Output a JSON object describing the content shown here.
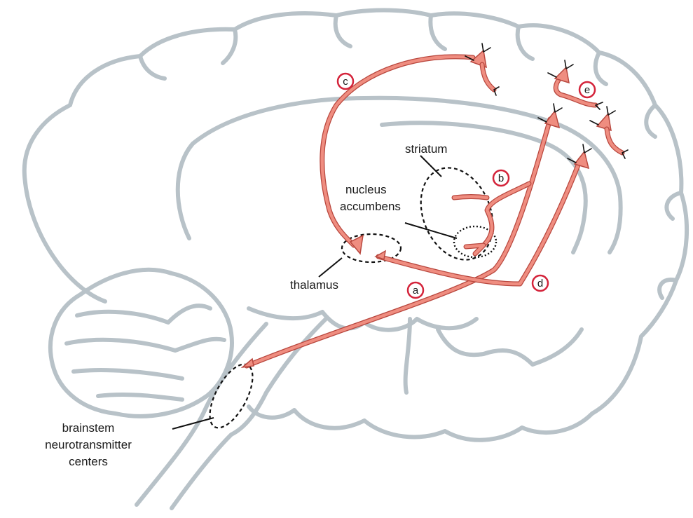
{
  "colors": {
    "brain_outline": "#b8c2c8",
    "pathway": "#ef8d80",
    "pathway_edge": "#b8473e",
    "badge_ring": "#d4233a"
  },
  "labels": {
    "striatum": "striatum",
    "nucleus_accumbens": [
      "nucleus",
      "accumbens"
    ],
    "thalamus": "thalamus",
    "brainstem": [
      "brainstem",
      "neurotransmitter",
      "centers"
    ]
  },
  "pathways": [
    {
      "id": "a",
      "label": "a"
    },
    {
      "id": "b",
      "label": "b"
    },
    {
      "id": "c",
      "label": "c"
    },
    {
      "id": "d",
      "label": "d"
    },
    {
      "id": "e",
      "label": "e"
    }
  ]
}
